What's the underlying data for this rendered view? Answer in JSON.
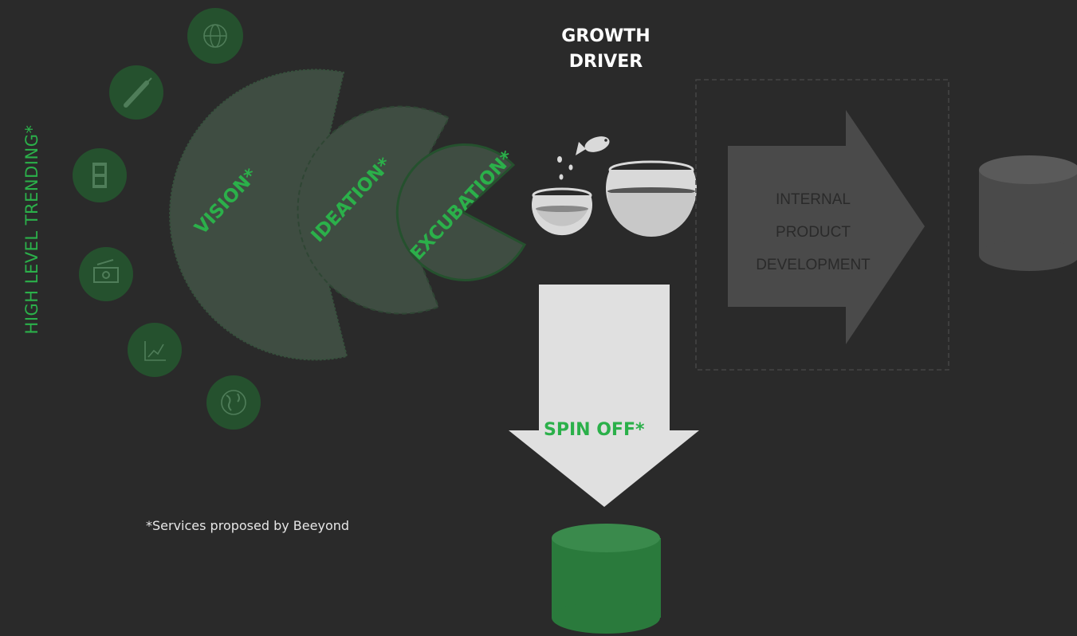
{
  "vertical_title": "HIGH LEVEL TRENDING*",
  "growth_driver": [
    "GROWTH",
    "DRIVER"
  ],
  "stages": [
    {
      "key": "vision",
      "label": "VISION*"
    },
    {
      "key": "ideation",
      "label": "IDEATION*"
    },
    {
      "key": "excubation",
      "label": "EXCUBATION*"
    }
  ],
  "internal_product": [
    "INTERNAL",
    "PRODUCT",
    "DEVELOPMENT"
  ],
  "spin_off": "SPIN OFF*",
  "footnote": "*Services proposed by Beeyond",
  "icons": [
    "globe-icon",
    "syringe-icon",
    "film-icon",
    "money-icon",
    "chart-icon",
    "earth-icon"
  ],
  "colors": {
    "background": "#2a2a2a",
    "accent_green": "#2bb04a",
    "dark_green": "#25512e",
    "pie_green": "#3f4d42",
    "light_arrow": "#e0e0e0",
    "gray_arrow": "#4a4a4a",
    "green_cylinder": "#2a7a3c"
  }
}
